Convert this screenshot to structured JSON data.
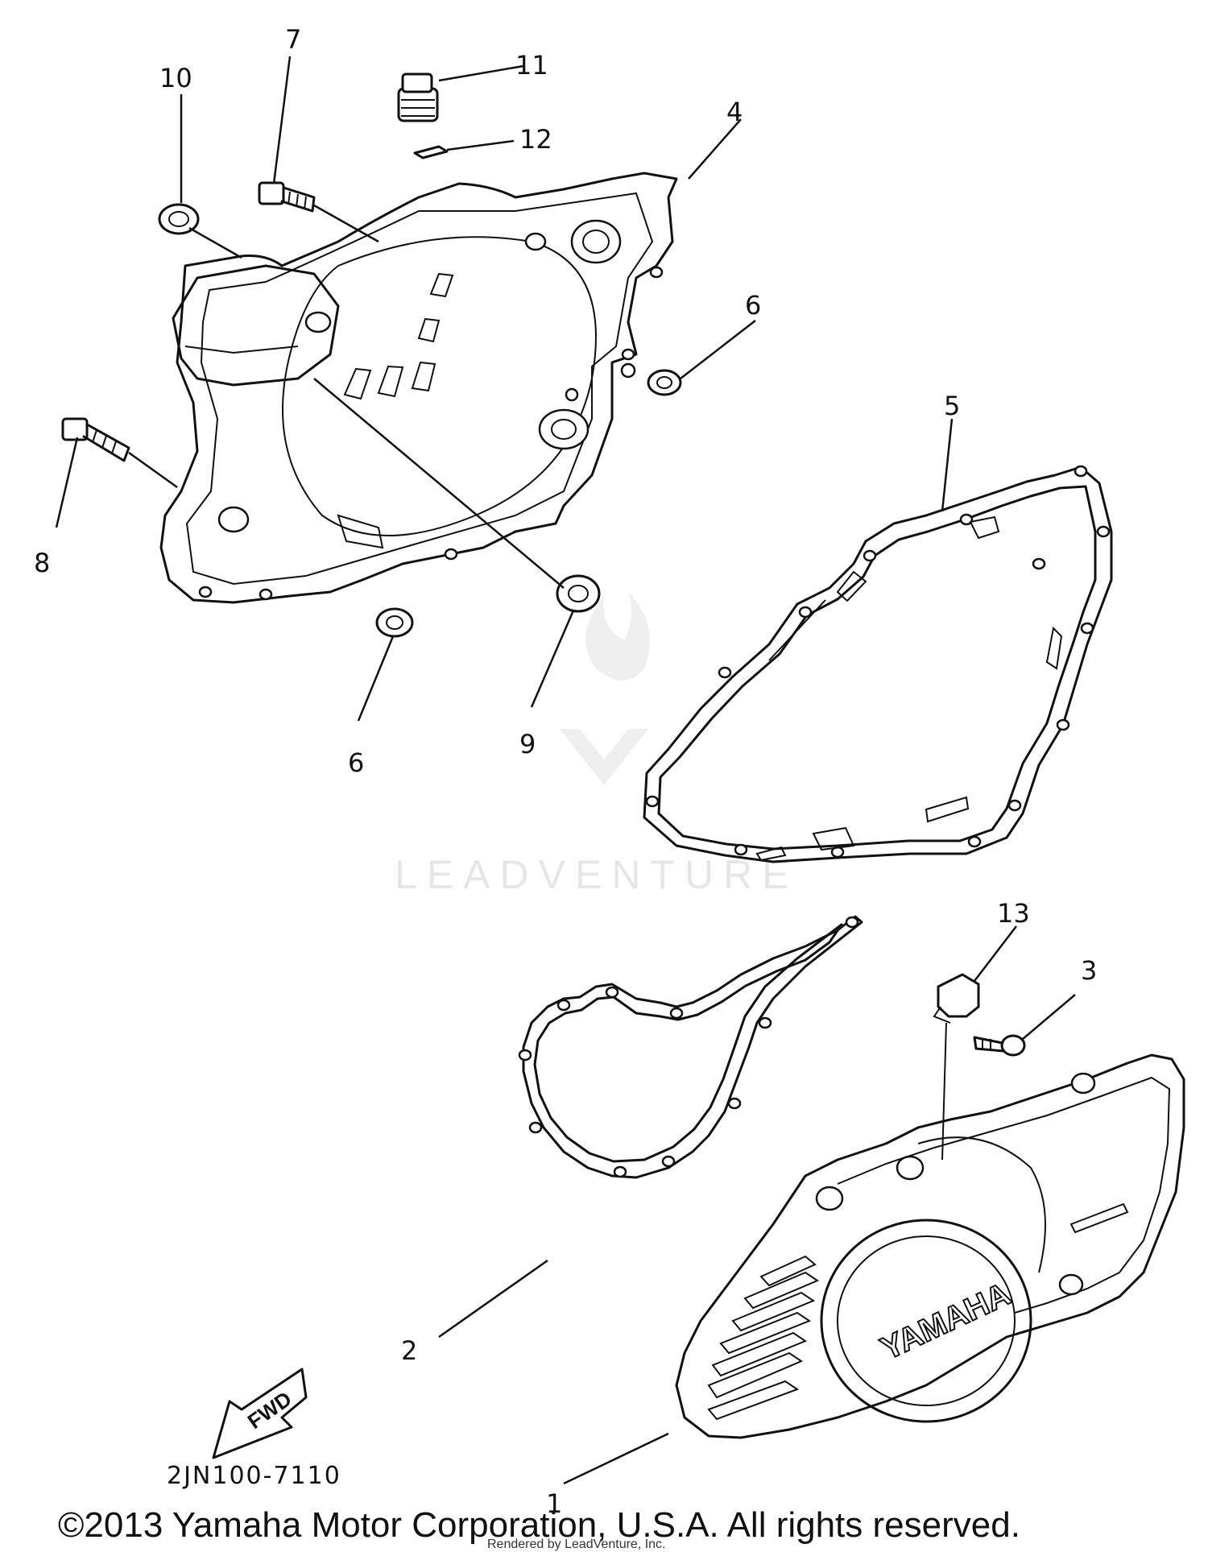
{
  "callouts": {
    "c1": "1",
    "c2": "2",
    "c3": "3",
    "c4": "4",
    "c5": "5",
    "c6a": "6",
    "c6b": "6",
    "c7": "7",
    "c8": "8",
    "c9": "9",
    "c10": "10",
    "c11": "11",
    "c12": "12",
    "c13": "13"
  },
  "cover_brand": "YAMAHA",
  "fwd_label": "FWD",
  "diagram_code": "2JN100-7110",
  "copyright": "©2013 Yamaha Motor Corporation, U.S.A. All rights reserved.",
  "watermark": {
    "brand": "LEADVENTURE",
    "notice": "Rendered by LeadVenture, Inc."
  }
}
